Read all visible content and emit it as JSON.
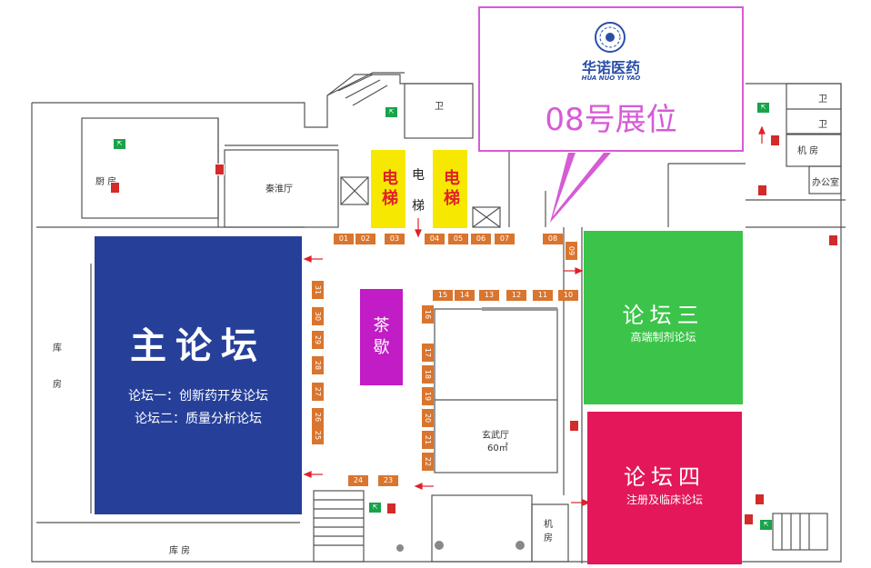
{
  "callout": {
    "brand_cn": "华诺医药",
    "brand_en": "HUA NUO YI YAO",
    "booth_label": "08号展位",
    "accent": "#d65bd6"
  },
  "zones": {
    "main_forum": {
      "title": "主论坛",
      "line1": "论坛一：创新药开发论坛",
      "line2": "论坛二：质量分析论坛",
      "color": "#26409a"
    },
    "forum3": {
      "title": "论坛三",
      "subtitle": "高端制剂论坛",
      "color": "#3cc44a"
    },
    "forum4": {
      "title": "论坛四",
      "subtitle": "注册及临床论坛",
      "color": "#e3175a"
    },
    "tea_break": {
      "label": "茶歇",
      "color": "#c11cc6"
    }
  },
  "elevators": {
    "left": "电梯",
    "right": "电梯",
    "middle_char1": "电",
    "middle_char2": "梯"
  },
  "rooms": {
    "kitchen": "厨 房",
    "qinhuai": "秦淮厅",
    "warehouse_left_top": "库",
    "warehouse_left_bottom": "房",
    "warehouse_bottom": "库 房",
    "xuanwu": "玄武厅",
    "xuanwu_area": "60㎡",
    "machine_room_bottom_1": "机",
    "machine_room_bottom_2": "房",
    "machine_room_right": "机 房",
    "office": "办公室",
    "toilet_top": "卫",
    "toilet_right_1": "卫",
    "toilet_right_2": "卫"
  },
  "booths_top": [
    "01",
    "02",
    "03",
    "04",
    "05",
    "06",
    "07",
    "08"
  ],
  "booths_right_row": [
    "15",
    "14",
    "13",
    "12",
    "11",
    "10"
  ],
  "booth_09": "09",
  "booths_left_col": [
    "31",
    "30",
    "29",
    "28",
    "27",
    "26",
    "25"
  ],
  "booths_mid_col": [
    "16",
    "17",
    "18",
    "19",
    "20",
    "21",
    "22"
  ],
  "booths_bottom": [
    "24",
    "23"
  ],
  "icons": {
    "exit": "emergency-exit-icon",
    "extinguisher": "fire-extinguisher-icon"
  },
  "colors": {
    "booth": "#d9752e",
    "arrow": "#e0212a",
    "wall": "#555555"
  }
}
